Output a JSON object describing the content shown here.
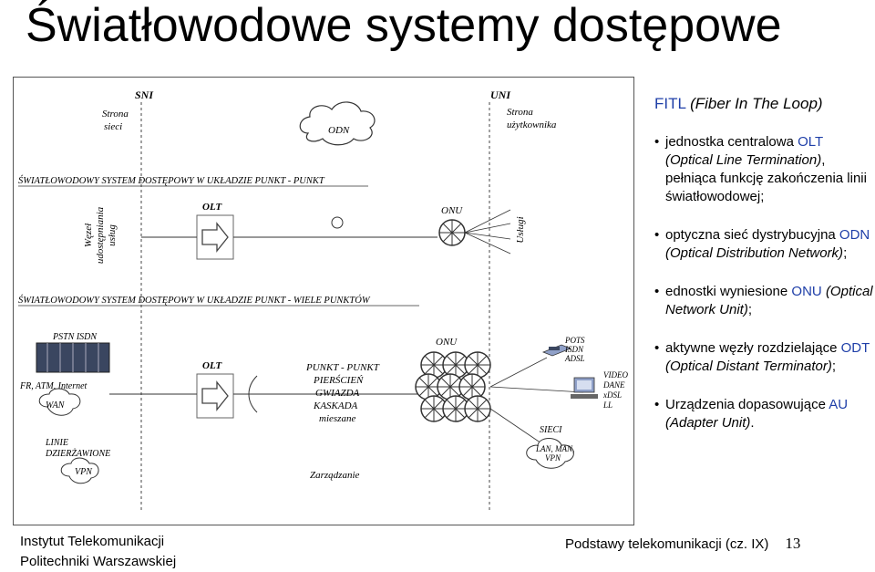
{
  "slide": {
    "title": "Światłowodowe systemy dostępowe"
  },
  "diagram": {
    "sni": "SNI",
    "uni": "UNI",
    "strona_sieci": [
      "Strona",
      "sieci"
    ],
    "strona_uzytkownika": [
      "Strona",
      "użytkownika"
    ],
    "odn": "ODN",
    "section1_title": "ŚWIATŁOWODOWY SYSTEM DOSTĘPOWY W UKŁADZIE PUNKT - PUNKT",
    "section2_title": "ŚWIATŁOWODOWY SYSTEM DOSTĘPOWY W UKŁADZIE PUNKT - WIELE PUNKTÓW",
    "wezel": [
      "Węzeł",
      "udostępniania",
      "usług"
    ],
    "olt_label": "OLT",
    "onu_label": "ONU",
    "uslugi": "Usługi",
    "pstn_isdn": "PSTN ISDN",
    "fr_atm_internet": "FR, ATM, Internet",
    "wan": "WAN",
    "linie": [
      "LINIE",
      "DZIERŻAWIONE"
    ],
    "vpn": "VPN",
    "topologies": [
      "PUNKT - PUNKT",
      "PIERŚCIEŃ",
      "GWIAZDA",
      "KASKADA",
      "mieszane"
    ],
    "zarzadzanie": "Zarządzanie",
    "pots": [
      "POTS",
      "ISDN",
      "ADSL"
    ],
    "video": [
      "VIDEO",
      "DANE",
      "xDSL",
      "LL"
    ],
    "sieci": "SIECI",
    "lan": [
      "LAN, MAN,",
      "VPN"
    ]
  },
  "panel": {
    "heading_acronym": "FITL",
    "heading_rest": "(Fiber In The Loop)",
    "items": [
      {
        "prefix": "jednostka centralowa ",
        "acronym": "OLT",
        "italic": "(Optical Line Termination)",
        "suffix": ", pełniąca funkcję zakończenia linii światłowodowej;"
      },
      {
        "prefix": "optyczna sieć dystrybucyjna ",
        "acronym": "ODN",
        "italic": "(Optical Distribution Network)",
        "suffix": ";"
      },
      {
        "prefix": "ednostki wyniesione ",
        "acronym": "ONU",
        "italic": "(Optical Network Unit)",
        "suffix": ";"
      },
      {
        "prefix": "aktywne węzły rozdzielające ",
        "acronym": "ODT",
        "italic": "(Optical Distant Terminator)",
        "suffix": ";"
      },
      {
        "prefix": "Urządzenia dopasowujące ",
        "acronym": "AU",
        "italic": "(Adapter Unit)",
        "suffix": "."
      }
    ]
  },
  "footer": {
    "institute_line1": "Instytut Telekomunikacji",
    "institute_line2": "Politechniki Warszawskiej",
    "course": "Podstawy telekomunikacji (cz. IX)",
    "page": "13"
  },
  "colors": {
    "accent": "#1f3fa8",
    "line": "#444444"
  }
}
